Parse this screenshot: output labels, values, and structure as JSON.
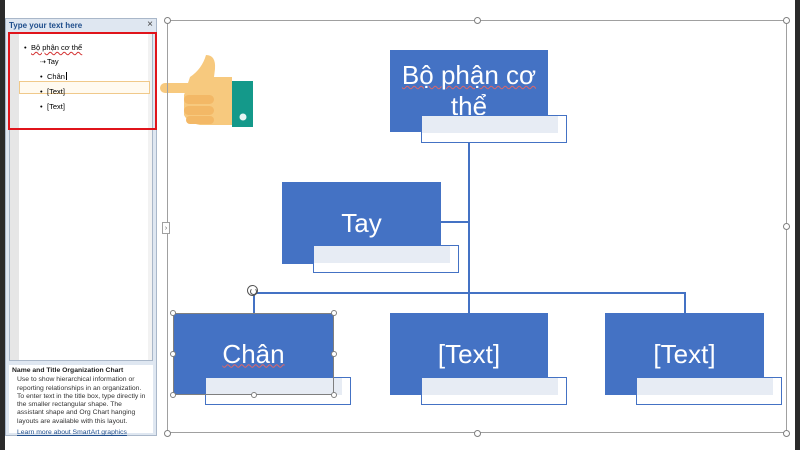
{
  "text_pane": {
    "title": "Type your text here",
    "close_glyph": "×",
    "bullets": [
      {
        "text": "Bộ phận cơ thể",
        "level": 1
      },
      {
        "text": "Tay",
        "level": 2
      },
      {
        "text": "Chân",
        "level": 2
      },
      {
        "text": "[Text]",
        "level": 2
      },
      {
        "text": "[Text]",
        "level": 2
      }
    ],
    "description": {
      "title": "Name and Title Organization Chart",
      "body": "Use to show hierarchical information or reporting relationships in an organization. To enter text in the title box, type directly in the smaller rectangular shape. The assistant shape and Org Chart hanging layouts are available with this layout.",
      "link": "Learn more about SmartArt graphics"
    }
  },
  "diagram": {
    "root": "Bộ phận cơ thể",
    "assistant": "Tay",
    "children": [
      "Chân",
      "[Text]",
      "[Text]"
    ]
  },
  "colors": {
    "shape_fill": "#4472c4",
    "highlight": "#e0141b",
    "cuff": "#14998a",
    "hand": "#f7c97e"
  },
  "icons": {
    "pointer_hand": "pointing-hand-icon",
    "collapse": "collapse-arrow-icon",
    "rotate": "rotate-handle-icon"
  }
}
